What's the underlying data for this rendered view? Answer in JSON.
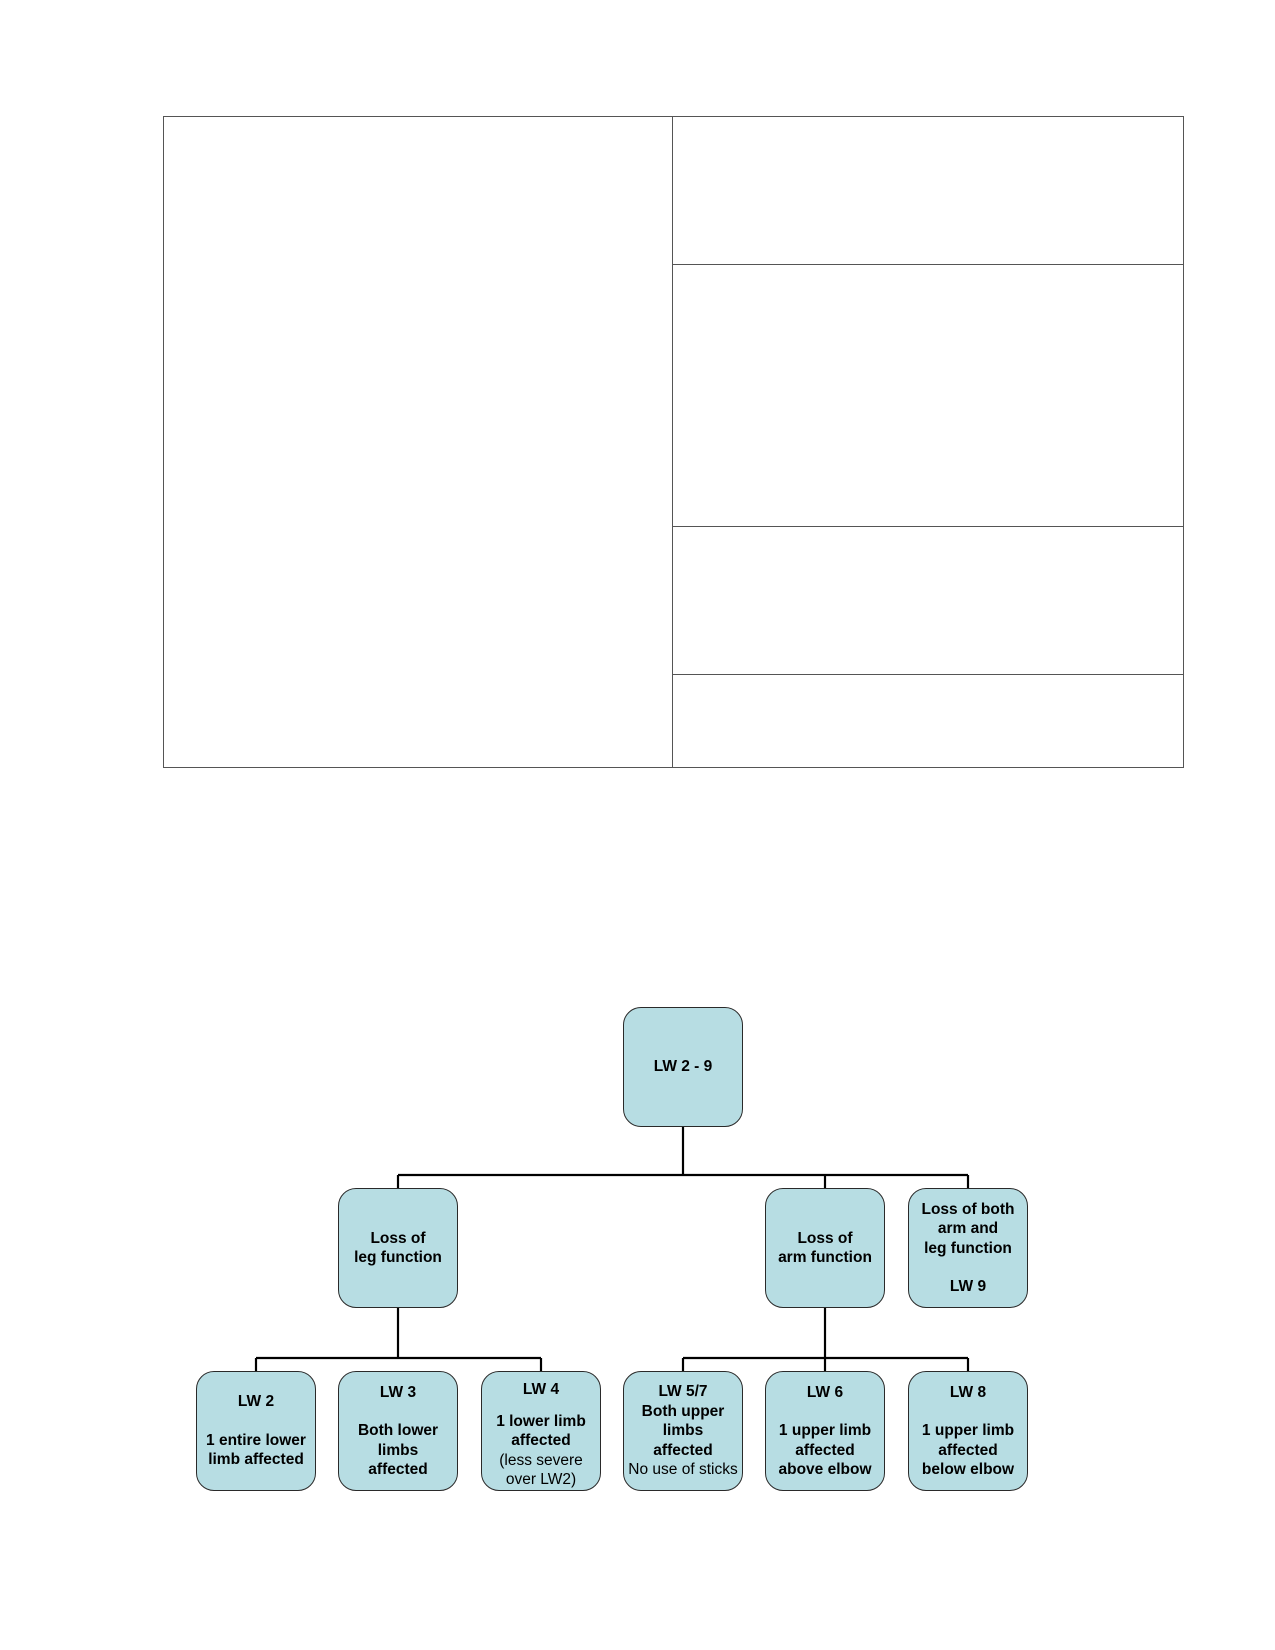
{
  "diagram": {
    "root": {
      "label": "LW 2 - 9"
    },
    "leg": {
      "line1": "Loss of",
      "line2": "leg function"
    },
    "arm": {
      "line1": "Loss of",
      "line2": "arm function"
    },
    "both": {
      "line1": "Loss of both",
      "line2": "arm and",
      "line3": "leg function",
      "code": "LW 9"
    },
    "lw2": {
      "code": "LW 2",
      "line1": "1 entire lower",
      "line2": "limb affected"
    },
    "lw3": {
      "code": "LW 3",
      "line1": "Both lower",
      "line2": "limbs",
      "line3": "affected"
    },
    "lw4": {
      "code": "LW 4",
      "line1": "1 lower limb",
      "line2": "affected",
      "line3": "(less severe",
      "line4": "over LW2)"
    },
    "lw57": {
      "code": "LW 5/7",
      "line1": "Both upper",
      "line2": "limbs",
      "line3": "affected",
      "line4": "No use of sticks"
    },
    "lw6": {
      "code": "LW 6",
      "line1": "1 upper limb",
      "line2": "affected",
      "line3": "above elbow"
    },
    "lw8": {
      "code": "LW 8",
      "line1": "1 upper limb",
      "line2": "affected",
      "line3": "below elbow"
    }
  }
}
